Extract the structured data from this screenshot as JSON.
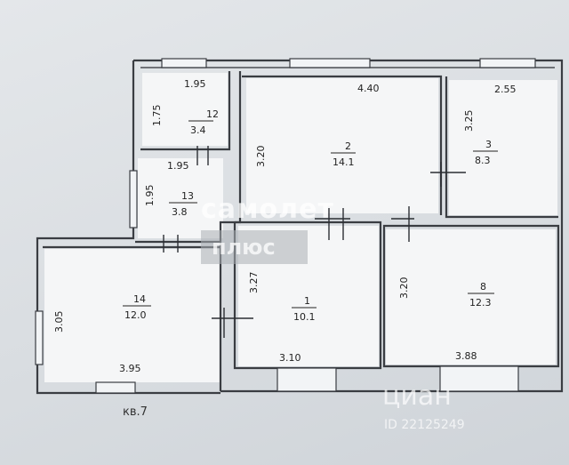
{
  "rooms": [
    {
      "number": "12",
      "area": "3.4"
    },
    {
      "number": "2",
      "area": "14.1"
    },
    {
      "number": "3",
      "area": "8.3"
    },
    {
      "number": "13",
      "area": "3.8"
    },
    {
      "number": "14",
      "area": "12.0"
    },
    {
      "number": "1",
      "area": "10.1"
    },
    {
      "number": "8",
      "area": "12.3"
    }
  ],
  "dimensions": {
    "r12_width": "1.95",
    "r12_height": "1.75",
    "r13_width": "1.95",
    "r13_height": "1.95",
    "r2_width": "4.40",
    "r2_height": "3.20",
    "r3_width": "2.55",
    "r3_height": "3.25",
    "r14_height": "3.05",
    "r14_width": "3.95",
    "r1_height": "3.27",
    "r1_width": "3.10",
    "r8_height": "3.20",
    "r8_width": "3.88"
  },
  "apartment_label": "кв.7",
  "watermark": {
    "brand_top": "самолет",
    "brand_bottom": "плюс",
    "site": "циан",
    "listing_id": "ID 22125249"
  }
}
